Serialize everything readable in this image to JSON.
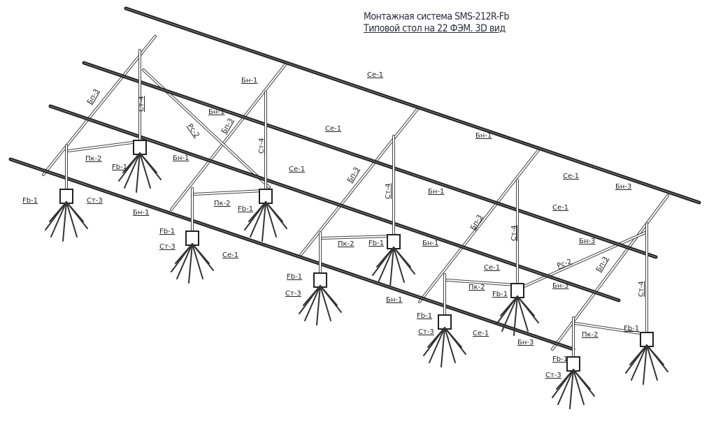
{
  "title": {
    "line1": "Монтажная система  SMS-212R-Fb",
    "line2": "Типовой стол на 22 ФЭМ. 3D вид"
  },
  "labels": [
    "Бп-3",
    "Ст-4",
    "Бн-1",
    "Се-1",
    "Бн-1",
    "Рс-2",
    "Бп-3",
    "Ст-4",
    "Се-1",
    "Бн-1",
    "Пк-2",
    "Fb-1",
    "Бн-1",
    "Се-1",
    "Бп-3",
    "Ст-4",
    "Бн-1",
    "Се-1",
    "Бн-3",
    "Fb-1",
    "Ст-3",
    "Пк-2",
    "Fb-1",
    "Бн-1",
    "Се-1",
    "Бп-3",
    "Fb-1",
    "Ст-3",
    "Се-1",
    "Пк-2",
    "Fb-1",
    "Бн-1",
    "Ст-4",
    "Бн-3",
    "Fb-1",
    "Ст-3",
    "Се-1",
    "Рс-2",
    "Бп-3",
    "Пк-2",
    "Fb-1",
    "Бн-3",
    "Бн-1",
    "Ст-4",
    "Fb-1",
    "Ст-3",
    "Се-1",
    "Бн-3",
    "Пк-2",
    "Fb-1",
    "Fb-1",
    "Ст-3"
  ]
}
